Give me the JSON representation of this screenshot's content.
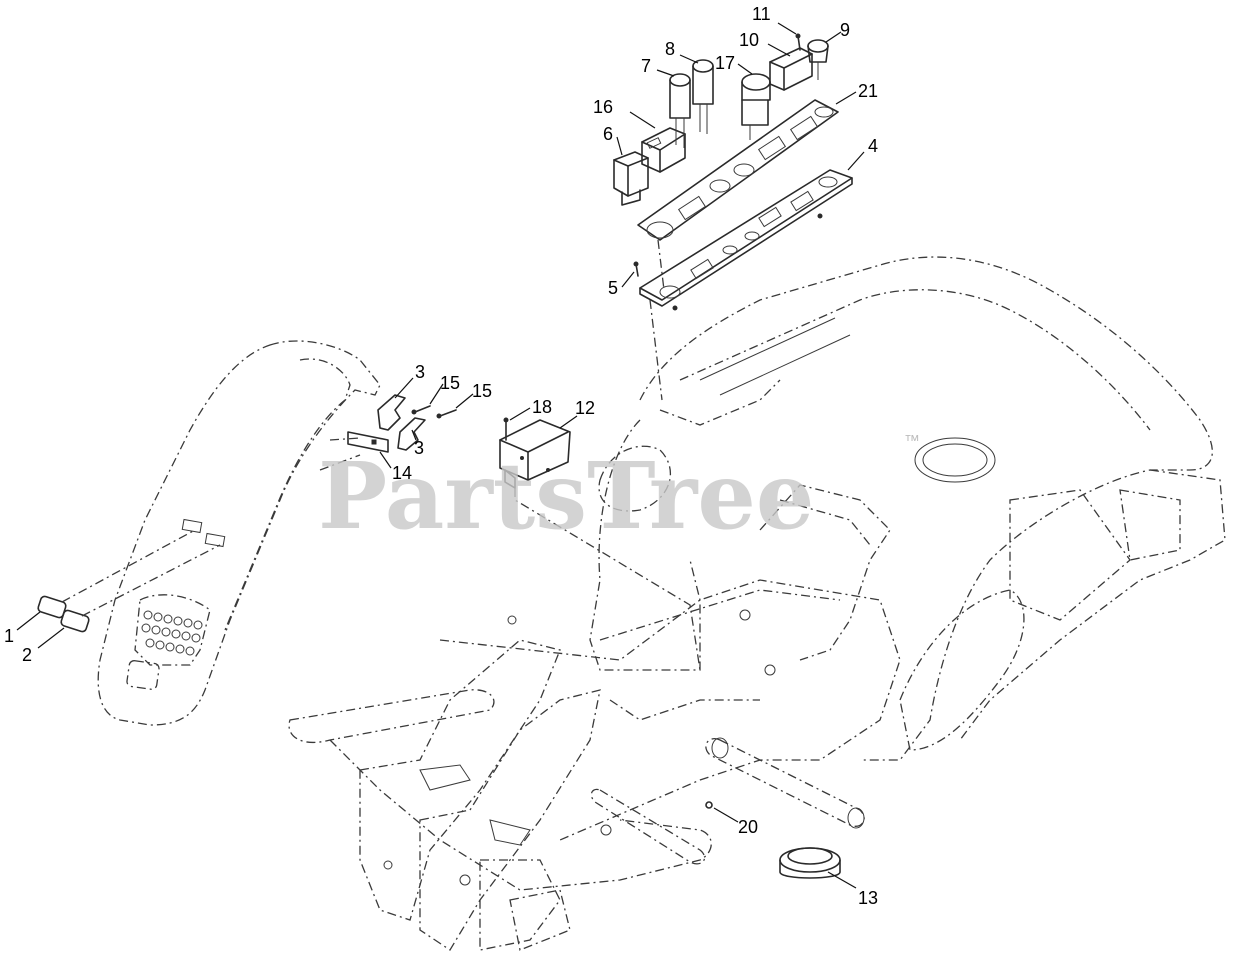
{
  "watermark": {
    "text": "PartsTree",
    "trademark": "™"
  },
  "callouts": [
    "1",
    "2",
    "3",
    "3",
    "4",
    "5",
    "6",
    "7",
    "8",
    "9",
    "10",
    "11",
    "12",
    "13",
    "14",
    "15",
    "15",
    "16",
    "17",
    "18",
    "20",
    "21"
  ]
}
